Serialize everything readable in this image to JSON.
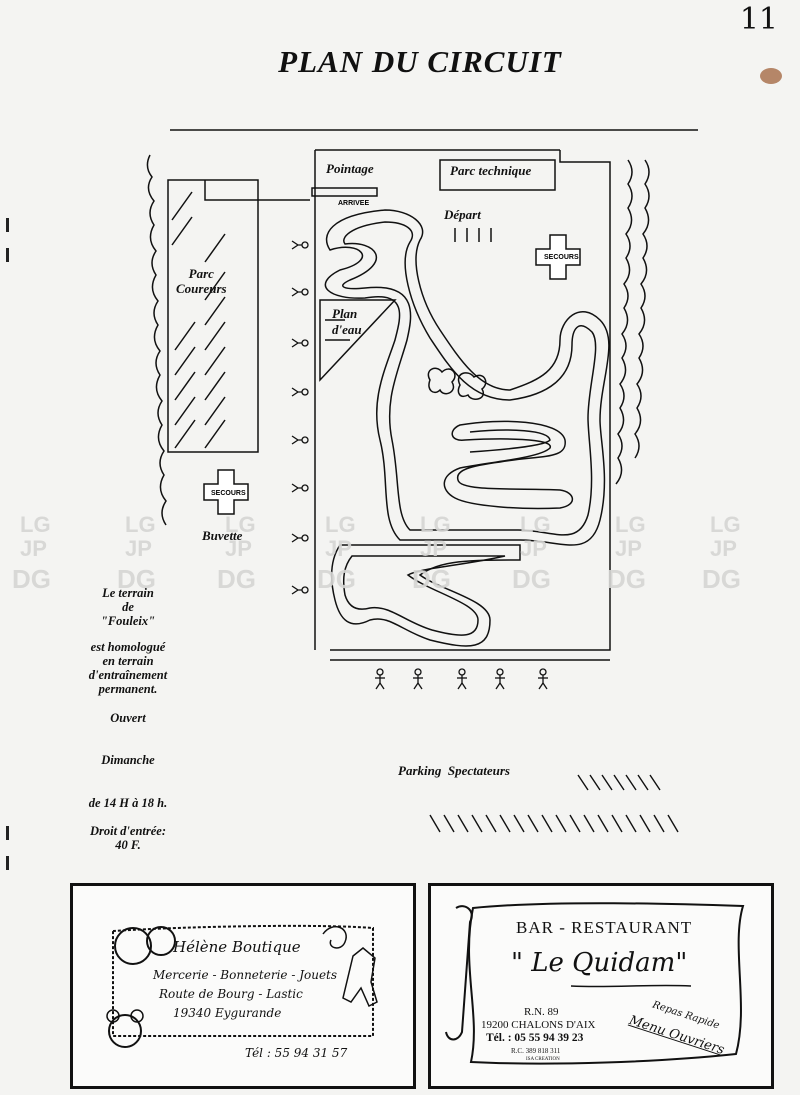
{
  "page_number": "11",
  "title": "PLAN DU CIRCUIT",
  "map": {
    "pointage": "Pointage",
    "parc_technique": "Parc technique",
    "arrivee": "ARRIVEE",
    "depart": "Départ",
    "plan_deau_1": "Plan",
    "plan_deau_2": "d'eau",
    "parc_coureurs_1": "Parc",
    "parc_coureurs_2": "Coureurs",
    "secours_1": "SECOURS",
    "secours_2": "SECOURS",
    "buvette": "Buvette",
    "parking": "Parking  Spectateurs"
  },
  "side_text": {
    "line1": "Le terrain",
    "line2": "de",
    "line3": "\"Fouleix\"",
    "line4": "est homologué",
    "line5": "en terrain",
    "line6": "d'entraînement",
    "line7": "permanent.",
    "ouvert": "Ouvert",
    "dimanche": "Dimanche",
    "hours": "de 14 H à 18 h.",
    "droit1": "Droit d'entrée:",
    "droit2": "40 F."
  },
  "watermark": {
    "top": "LG",
    "mid": "JP",
    "bottom": "DG"
  },
  "ad_left": {
    "name": "Hélène Boutique",
    "line1": "Mercerie - Bonneterie - Jouets",
    "line2": "Route de Bourg - Lastic",
    "line3": "19340 Eygurande",
    "tel": "Tél : 55 94 31 57"
  },
  "ad_right": {
    "heading": "BAR - RESTAURANT",
    "name": "\" Le Quidam\"",
    "rn": "R.N. 89",
    "city": "19200 CHALONS D'AIX",
    "tel": "Tél. : 05 55 94 39 23",
    "rc": "R.C. 389 818 311",
    "small": "ISA CREATION",
    "slogan1": "Repas Rapide",
    "slogan2": "Menu Ouvriers"
  }
}
